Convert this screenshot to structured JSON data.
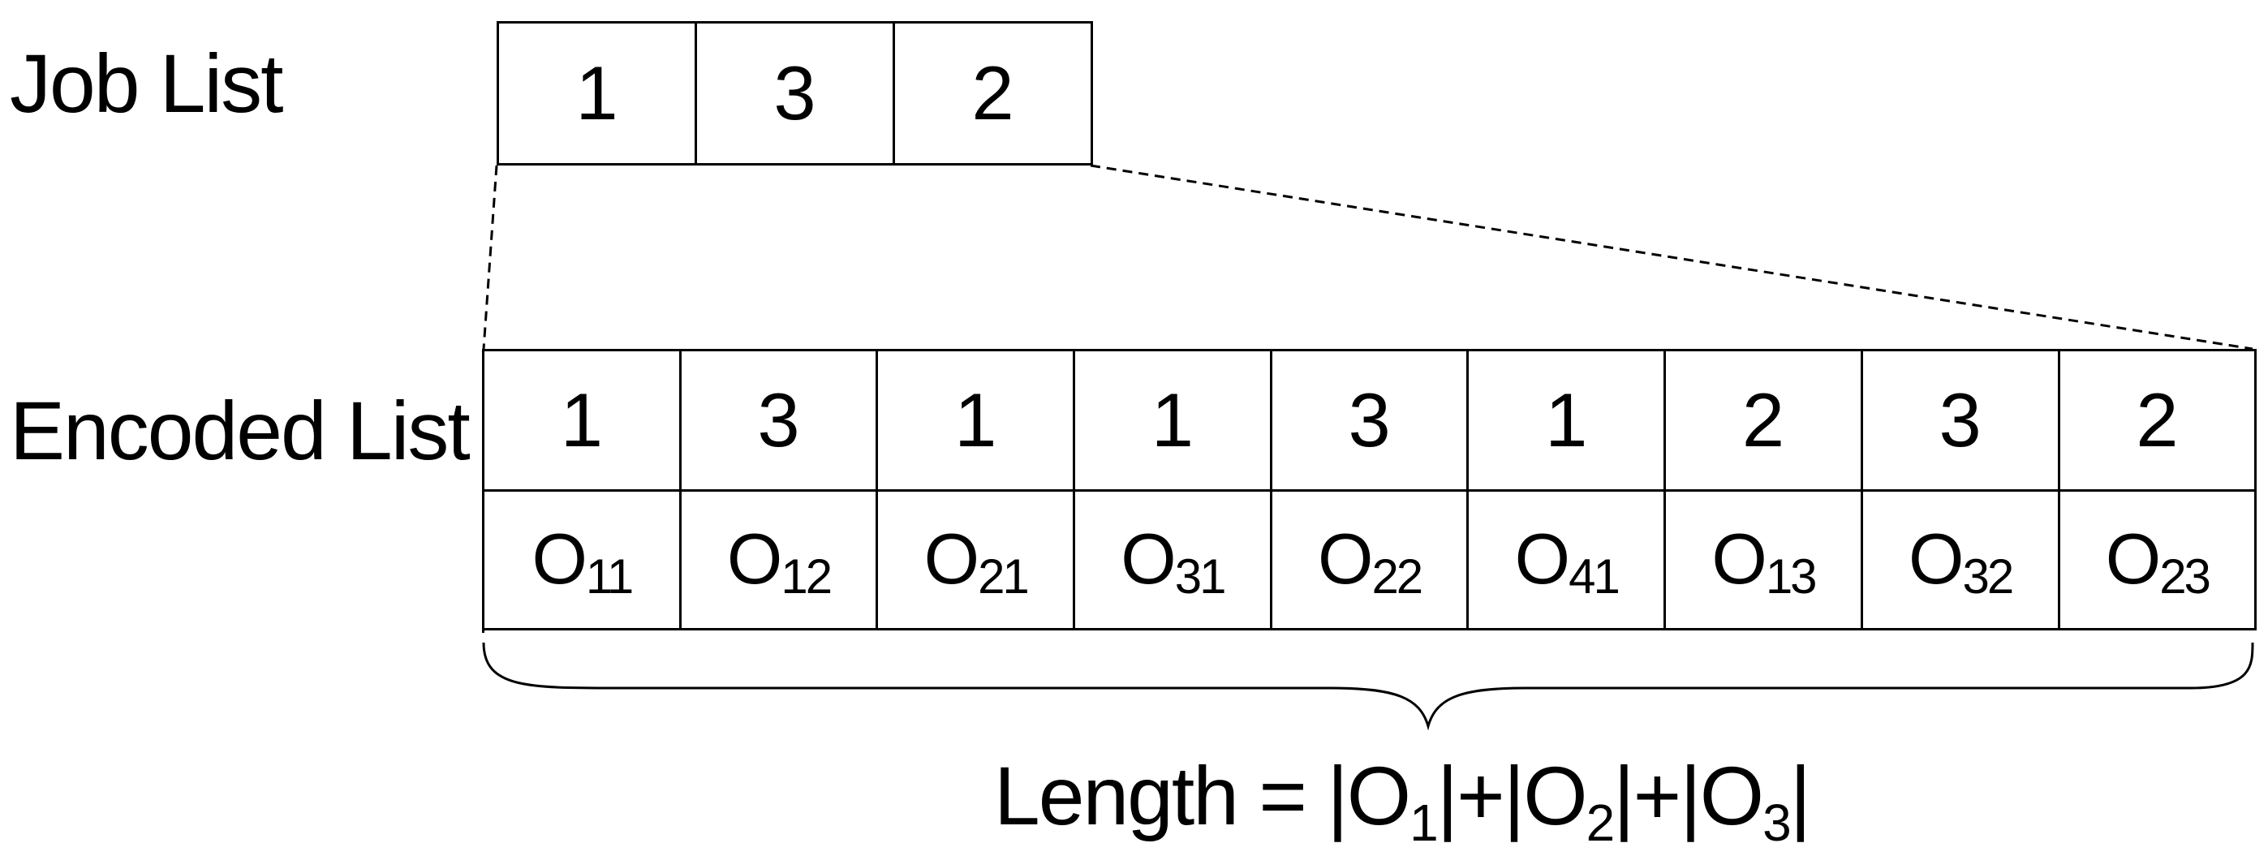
{
  "job_list": {
    "label": "Job List",
    "values": [
      "1",
      "3",
      "2"
    ]
  },
  "encoded_list": {
    "label": "Encoded List",
    "jobs": [
      "1",
      "3",
      "1",
      "1",
      "3",
      "1",
      "2",
      "3",
      "2"
    ],
    "operations": [
      {
        "base": "O",
        "sub": "11"
      },
      {
        "base": "O",
        "sub": "12"
      },
      {
        "base": "O",
        "sub": "21"
      },
      {
        "base": "O",
        "sub": "31"
      },
      {
        "base": "O",
        "sub": "22"
      },
      {
        "base": "O",
        "sub": "41"
      },
      {
        "base": "O",
        "sub": "13"
      },
      {
        "base": "O",
        "sub": "32"
      },
      {
        "base": "O",
        "sub": "23"
      }
    ]
  },
  "length_formula": {
    "prefix": "Length = |",
    "term1_base": "O",
    "term1_sub": "1",
    "sep1": "|+|",
    "term2_base": "O",
    "term2_sub": "2",
    "sep2": "|+|",
    "term3_base": "O",
    "term3_sub": "3",
    "suffix": "|"
  },
  "colors": {
    "line": "#000000",
    "background": "#ffffff"
  }
}
